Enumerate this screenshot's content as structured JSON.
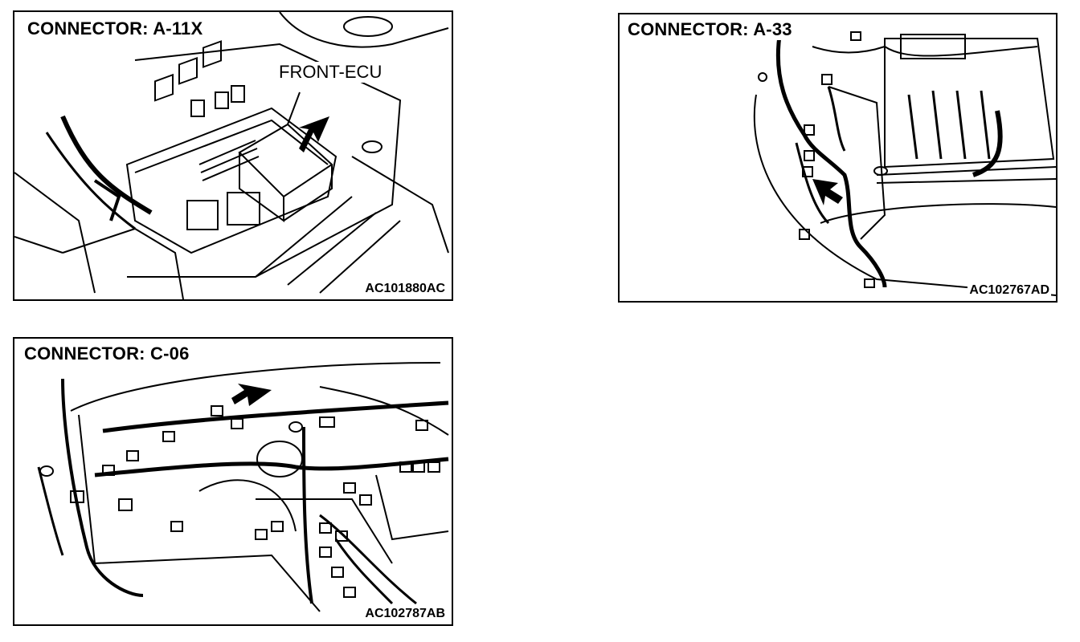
{
  "diagrams": [
    {
      "title": "CONNECTOR: A-11X",
      "code": "AC101880AC",
      "callout": "FRONT-ECU"
    },
    {
      "title": "CONNECTOR: A-33",
      "code": "AC102767AD"
    },
    {
      "title": "CONNECTOR: C-06",
      "code": "AC102787AB"
    }
  ]
}
